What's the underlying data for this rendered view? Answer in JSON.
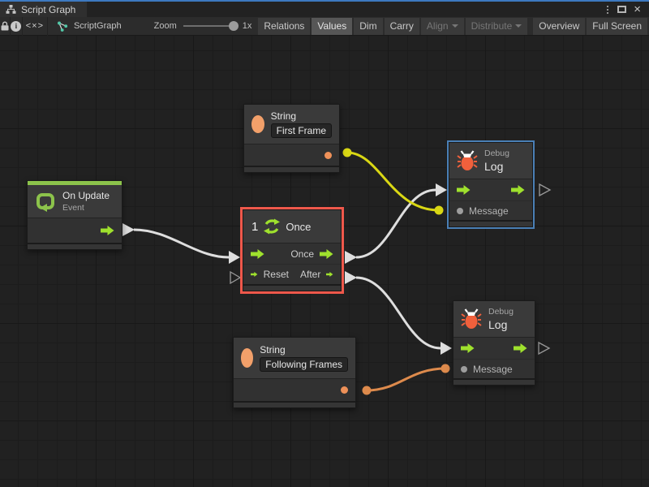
{
  "window": {
    "tab": "Script Graph"
  },
  "toolbar": {
    "code_icon": "<×>",
    "graph_name": "ScriptGraph",
    "zoom_label": "Zoom",
    "zoom_value": "1x",
    "buttons": {
      "relations": "Relations",
      "values": "Values",
      "dim": "Dim",
      "carry": "Carry",
      "align": "Align",
      "distribute": "Distribute",
      "overview": "Overview",
      "fullscreen": "Full Screen"
    }
  },
  "nodes": {
    "on_update": {
      "title": "On Update",
      "subtitle": "Event"
    },
    "once": {
      "icon_text": "1",
      "title": "Once",
      "out_once": "Once",
      "in_reset": "Reset",
      "out_after": "After"
    },
    "string_first": {
      "title": "String",
      "value": "First Frame"
    },
    "string_following": {
      "title": "String",
      "value": "Following Frames"
    },
    "debug_top": {
      "subtitle": "Debug",
      "title": "Log",
      "message": "Message"
    },
    "debug_bottom": {
      "subtitle": "Debug",
      "title": "Log",
      "message": "Message"
    }
  },
  "colors": {
    "event_green": "#8cc34b",
    "flow_lime": "#9fe12d",
    "string_orange": "#ee9159",
    "bug_orange": "#f0603c",
    "selection_red": "#ee584b",
    "highlight_blue": "#4a7fb5",
    "wire_white": "#dedede",
    "wire_yellow": "#d9d714",
    "wire_orange": "#dd8a4c"
  }
}
